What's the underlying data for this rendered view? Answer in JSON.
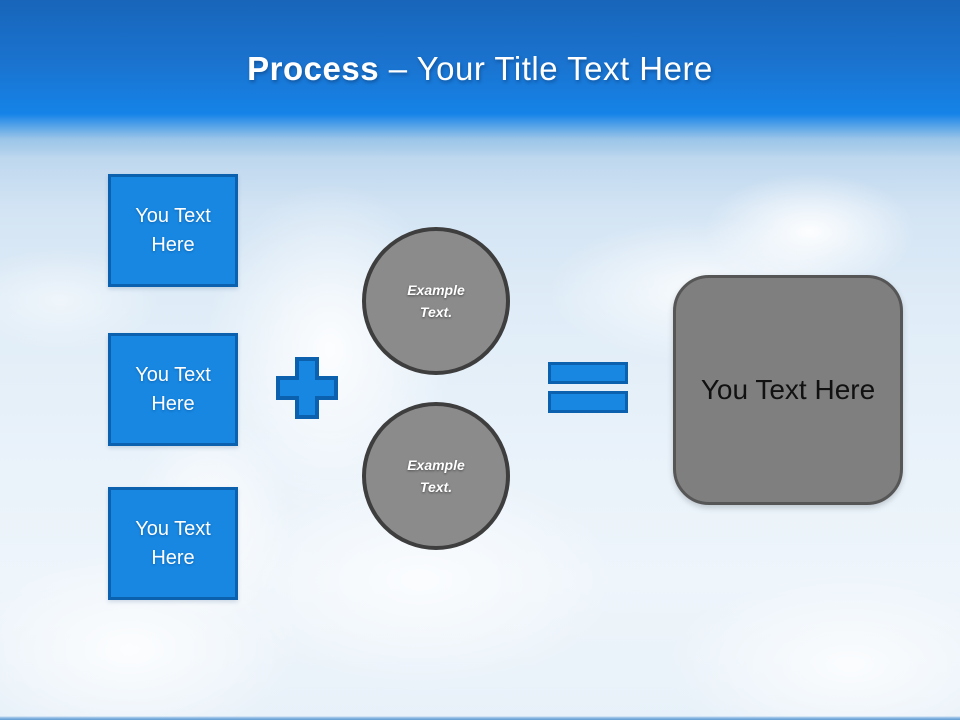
{
  "slide": {
    "title": {
      "bold": "Process",
      "rest": "– Your Title Text Here"
    },
    "input_boxes": [
      {
        "label": "You Text Here"
      },
      {
        "label": "You Text Here"
      },
      {
        "label": "You Text Here"
      }
    ],
    "example_circles": [
      {
        "label": "Example Text."
      },
      {
        "label": "Example Text."
      }
    ],
    "result_box": {
      "label": "You Text Here"
    },
    "operators": [
      {
        "name": "plus"
      },
      {
        "name": "equals"
      }
    ],
    "colors": {
      "accent_blue": "#1787E1",
      "accent_blue_border": "#0C61AE",
      "header_blue_top": "#1865BA",
      "header_blue_bottom": "#1583E8",
      "circle_gray": "#8B8B8B",
      "circle_border": "#3E3E3E",
      "result_gray": "#7F7F7F",
      "result_border": "#565656"
    }
  }
}
